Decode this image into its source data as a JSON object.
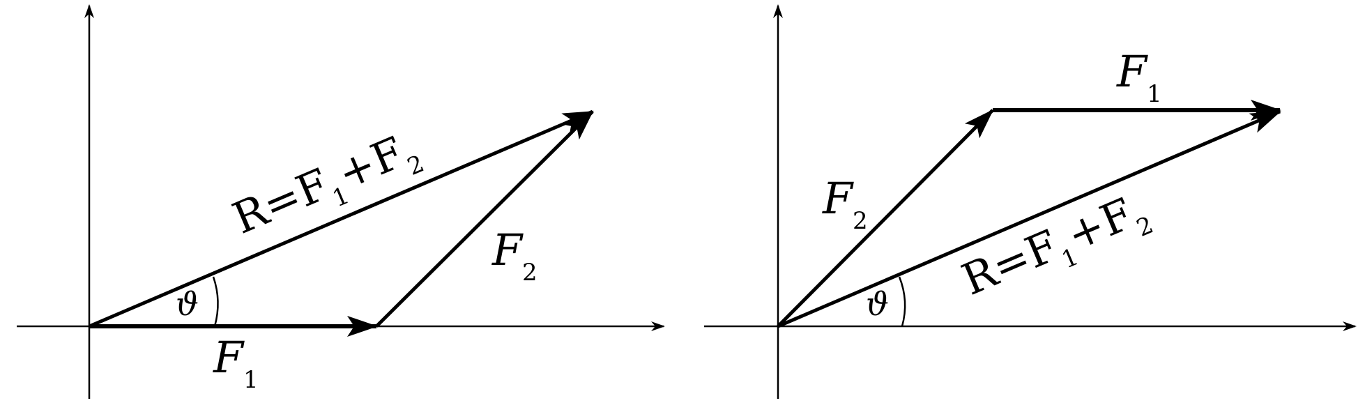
{
  "panels": [
    {
      "id": "left",
      "labels": {
        "resultant": {
          "base": "R=F",
          "sub1": "1",
          "plus": "+F",
          "sub2": "2"
        },
        "f1": {
          "base": "F",
          "sub": "1"
        },
        "f2": {
          "base": "F",
          "sub": "2"
        },
        "angle": "ϑ"
      }
    },
    {
      "id": "right",
      "labels": {
        "resultant": {
          "base": "R=F",
          "sub1": "1",
          "plus": "+F",
          "sub2": "2"
        },
        "f1": {
          "base": "F",
          "sub": "1"
        },
        "f2": {
          "base": "F",
          "sub": "2"
        },
        "angle": "ϑ"
      }
    }
  ],
  "colors": {
    "ink": "#000000",
    "background": "#ffffff"
  }
}
